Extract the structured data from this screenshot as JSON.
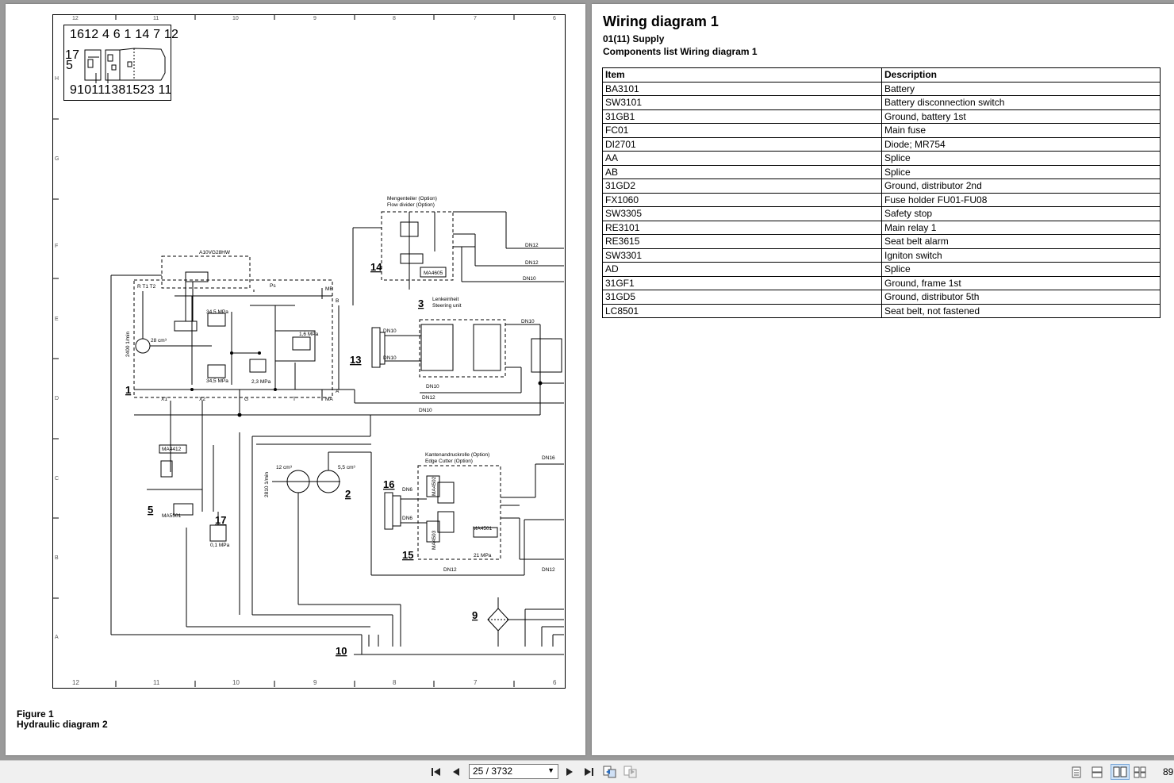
{
  "left_page": {
    "figure_label": "Figure 1",
    "figure_title": "Hydraulic diagram 2",
    "ruler_top": [
      "12",
      "11",
      "10",
      "9",
      "8",
      "7",
      "6"
    ],
    "ruler_bottom": [
      "12",
      "11",
      "10",
      "9",
      "8",
      "7",
      "6"
    ],
    "ruler_left": [
      "H",
      "G",
      "F",
      "E",
      "D",
      "C",
      "B",
      "A"
    ],
    "inset_top": "1612 4 6 1 14 7 12",
    "inset_mid": "17",
    "inset_mid2": "5",
    "inset_bottom": "910111381523 11",
    "labels": {
      "pump_model": "A10VG28HW",
      "flow_divider_de": "Mengenteiler (Option)",
      "flow_divider_en": "Flow divider (Option)",
      "steering_de": "Lenkeinheit",
      "steering_en": "Steering unit",
      "edge_de": "Kantenandruckrolle (Option)",
      "edge_en": "Edge Cutter (Option)",
      "p345a": "34,5 MPa",
      "p345b": "34,5 MPa",
      "p23": "2,3 MPa",
      "p16": "1,6 MPa",
      "p01": "0,1 MPa",
      "p21": "21 MPa",
      "cc28": "28 cm³",
      "cc12": "12 cm³",
      "cc55": "5,5 cm³",
      "rpm2400": "2400 1/min",
      "rpm2810": "2810 1/min",
      "ma4605": "MA4605",
      "ma4412": "MA4412",
      "ma5501": "MA5501",
      "ma4501": "MA4501",
      "ma4502": "MA4502",
      "ma4503": "MA4503",
      "dn12a": "DN12",
      "dn12b": "DN12",
      "dn10a": "DN10",
      "dn10b": "DN10",
      "dn10c": "DN10",
      "dn10d": "DN10",
      "dn12c": "DN12",
      "dn10e": "DN10",
      "dn16": "DN16",
      "dn12d": "DN12",
      "dn12e": "DN12",
      "dn6a": "DN6",
      "dn6b": "DN6",
      "mb": "MB",
      "ma": "MA",
      "ps": "Ps",
      "x1": "X1",
      "x2": "X2",
      "g": "G",
      "t": "T",
      "a": "A",
      "b": "B",
      "rt1t2": "R  T1 T2",
      "n1": "1",
      "n2": "2",
      "n3": "3",
      "n5": "5",
      "n9": "9",
      "n10": "10",
      "n13": "13",
      "n14": "14",
      "n15": "15",
      "n16": "16",
      "n17": "17"
    }
  },
  "right_page": {
    "title": "Wiring diagram 1",
    "subtitle": "01(11) Supply",
    "subtitle2": "Components list Wiring diagram 1",
    "table": {
      "headers": [
        "Item",
        "Description"
      ],
      "rows": [
        [
          "BA3101",
          "Battery"
        ],
        [
          "SW3101",
          "Battery disconnection switch"
        ],
        [
          "31GB1",
          "Ground, battery 1st"
        ],
        [
          "FC01",
          "Main fuse"
        ],
        [
          "DI2701",
          "Diode; MR754"
        ],
        [
          "AA",
          "Splice"
        ],
        [
          "AB",
          "Splice"
        ],
        [
          "31GD2",
          "Ground, distributor 2nd"
        ],
        [
          "FX1060",
          "Fuse holder FU01-FU08"
        ],
        [
          "SW3305",
          "Safety stop"
        ],
        [
          "RE3101",
          "Main relay 1"
        ],
        [
          "RE3615",
          "Seat belt alarm"
        ],
        [
          "SW3301",
          "Igniton switch"
        ],
        [
          "AD",
          "Splice"
        ],
        [
          "31GF1",
          "Ground, frame 1st"
        ],
        [
          "31GD5",
          "Ground, distributor 5th"
        ],
        [
          "LC8501",
          "Seat belt, not fastened"
        ]
      ]
    }
  },
  "toolbar": {
    "page_value": "25 / 3732",
    "zoom": "89",
    "icons": {
      "first": "first-page-icon",
      "prev": "previous-page-icon",
      "next": "next-page-icon",
      "last": "last-page-icon",
      "back": "previous-view-icon",
      "fwd": "next-view-icon",
      "single": "single-page-icon",
      "continuous": "continuous-icon",
      "facing": "facing-icon",
      "facing_cont": "continuous-facing-icon"
    }
  }
}
